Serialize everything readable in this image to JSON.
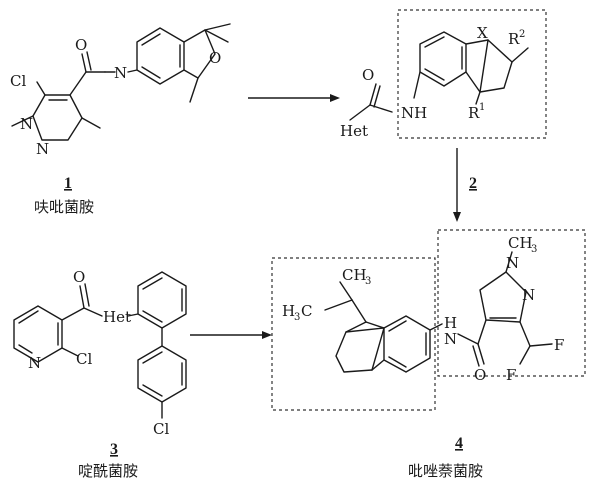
{
  "compounds": [
    {
      "number": "1",
      "name": "呋吡菌胺"
    },
    {
      "number": "3",
      "name": "啶酰菌胺"
    },
    {
      "number": "4",
      "name": "吡唑萘菌胺"
    }
  ],
  "step_label": "2",
  "atoms": {
    "c1_cl": "Cl",
    "c1_n": "N",
    "c1_n2": "N",
    "c1_o_carbonyl": "O",
    "c1_o_ring": "O",
    "generic_o": "O",
    "generic_het": "Het",
    "generic_nh": "NH",
    "generic_x": "X",
    "generic_r2": "R",
    "generic_r2_sup": "2",
    "generic_r1": "R",
    "generic_r1_sup": "1",
    "c3_o": "O",
    "c3_het": "Het",
    "c3_n": "N",
    "c3_cl": "Cl",
    "c3_cl2": "Cl",
    "c4_ch3": "CH",
    "c4_ch3_sub": "3",
    "c4_h3c": "H",
    "c4_h3c_sub": "3",
    "c4_h3c_c": "C",
    "c4_n": "N",
    "c4_h": "H",
    "c4_o": "O",
    "c4_f1": "F",
    "c4_f2": "F",
    "c4_pz_n1": "N",
    "c4_pz_n2": "N",
    "c4_me": "CH",
    "c4_me_sub": "3"
  }
}
